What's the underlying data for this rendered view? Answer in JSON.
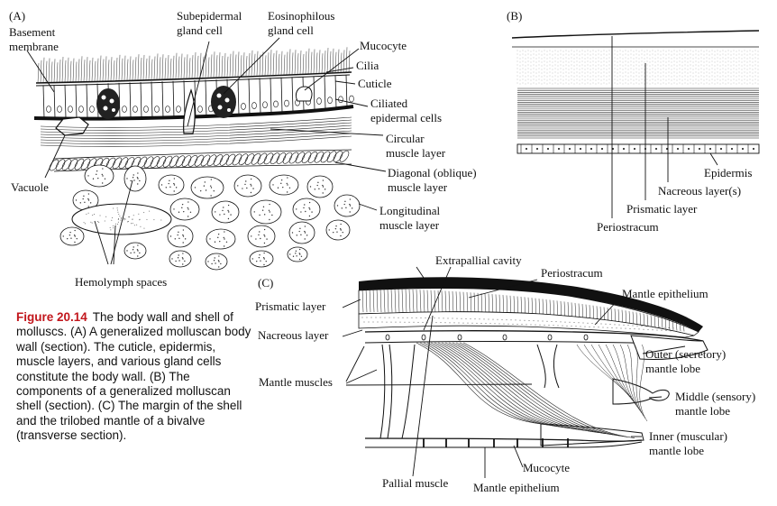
{
  "panels": {
    "a": "(A)",
    "b": "(B)",
    "c": "(C)"
  },
  "labels_a": {
    "basement": [
      "Basement",
      "membrane"
    ],
    "subepidermal": [
      "Subepidermal",
      "gland cell"
    ],
    "eosinophilous": [
      "Eosinophilous",
      "gland cell"
    ],
    "mucocyte": "Mucocyte",
    "cilia": "Cilia",
    "cuticle": "Cuticle",
    "ciliated": [
      "Ciliated",
      "epidermal cells"
    ],
    "circular": [
      "Circular",
      "muscle layer"
    ],
    "diagonal": [
      "Diagonal (oblique)",
      "muscle layer"
    ],
    "longitudinal": [
      "Longitudinal",
      "muscle layer"
    ],
    "vacuole": "Vacuole",
    "hemolymph": "Hemolymph spaces"
  },
  "labels_b": {
    "epidermis": "Epidermis",
    "nacreous": "Nacreous layer(s)",
    "prismatic": "Prismatic layer",
    "periostracum": "Periostracum"
  },
  "labels_c": {
    "extrapallial": "Extrapallial cavity",
    "periostracum": "Periostracum",
    "prismatic": "Prismatic layer",
    "mantle_epithelium_top": "Mantle epithelium",
    "nacreous": "Nacreous layer",
    "outer": [
      "Outer (secretory)",
      "mantle lobe"
    ],
    "mantle_muscles": "Mantle muscles",
    "middle": [
      "Middle (sensory)",
      "mantle lobe"
    ],
    "inner": [
      "Inner (muscular)",
      "mantle lobe"
    ],
    "pallial": "Pallial muscle",
    "mucocyte": "Mucocyte",
    "mantle_epithelium_bottom": "Mantle epithelium"
  },
  "caption": {
    "figure_number": "Figure 20.14",
    "text": "The body wall and shell of molluscs. (A) A generalized molluscan body wall (section). The cuticle, epidermis, muscle layers, and various gland cells constitute the body wall. (B) The components of a generalized molluscan shell (section). (C) The margin of the shell and the trilobed mantle of a bivalve (transverse section)."
  },
  "colors": {
    "figure_number": "#c2161c",
    "ink": "#111111"
  }
}
